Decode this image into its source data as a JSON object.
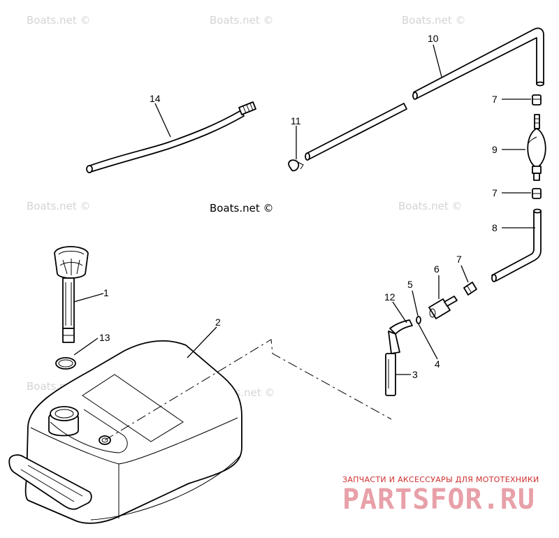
{
  "watermarks": [
    "Boats.net ©",
    "Boats.net ©",
    "Boats.net ©",
    "Boats.net ©",
    "Boats.net ©",
    "Boats.net ©",
    "Boats.net ©"
  ],
  "watermark_main": "Boats.net ©",
  "callouts": {
    "c1": "1",
    "c2": "2",
    "c3": "3",
    "c4": "4",
    "c5": "5",
    "c6": "6",
    "c7a": "7",
    "c7b": "7",
    "c7c": "7",
    "c8": "8",
    "c9": "9",
    "c10": "10",
    "c11": "11",
    "c12": "12",
    "c13": "13",
    "c14": "14"
  },
  "brand": {
    "tagline": "ЗАПЧАСТИ И АКСЕССУАРЫ ДЛЯ МОТОТЕХНИКИ",
    "name": "PARTSFOR.RU",
    "color": "#e8a0a8"
  }
}
